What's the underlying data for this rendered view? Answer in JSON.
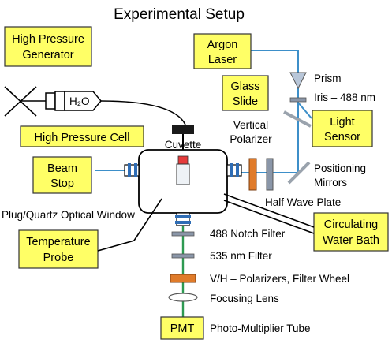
{
  "title": "Experimental Setup",
  "boxes": {
    "high_pressure_generator": [
      "High Pressure",
      "Generator"
    ],
    "argon_laser": [
      "Argon",
      "Laser"
    ],
    "glass_slide": [
      "Glass",
      "Slide"
    ],
    "light_sensor": [
      "Light",
      "Sensor"
    ],
    "high_pressure_cell": "High Pressure Cell",
    "beam_stop": [
      "Beam",
      "Stop"
    ],
    "temperature_probe": [
      "Temperature",
      "Probe"
    ],
    "circulating_water_bath": [
      "Circulating",
      "Water Bath"
    ],
    "pmt": "PMT"
  },
  "labels": {
    "h2o": "H₂O",
    "prism": "Prism",
    "iris": "Iris – 488 nm",
    "vertical_polarizer": [
      "Vertical",
      "Polarizer"
    ],
    "cuvette": "Cuvette",
    "positioning_mirrors": [
      "Positioning",
      "Mirrors"
    ],
    "half_wave_plate": "Half Wave Plate",
    "optical_window": "Plug/Quartz Optical Window",
    "notch_filter": "488 Notch Filter",
    "nm535_filter": "535 nm Filter",
    "polarizers_filter_wheel": "V/H – Polarizers, Filter Wheel",
    "focusing_lens": "Focusing Lens",
    "photo_multiplier_tube": "Photo-Multiplier Tube"
  },
  "colors": {
    "box_fill": "#ffff66",
    "laser_beam": "#3d8fc9",
    "emission_beam": "#2e9a52",
    "polarizer_orange": "#e07b2a",
    "waveplate_gray": "#8a96a8",
    "window_blue": "#2f6db5"
  }
}
